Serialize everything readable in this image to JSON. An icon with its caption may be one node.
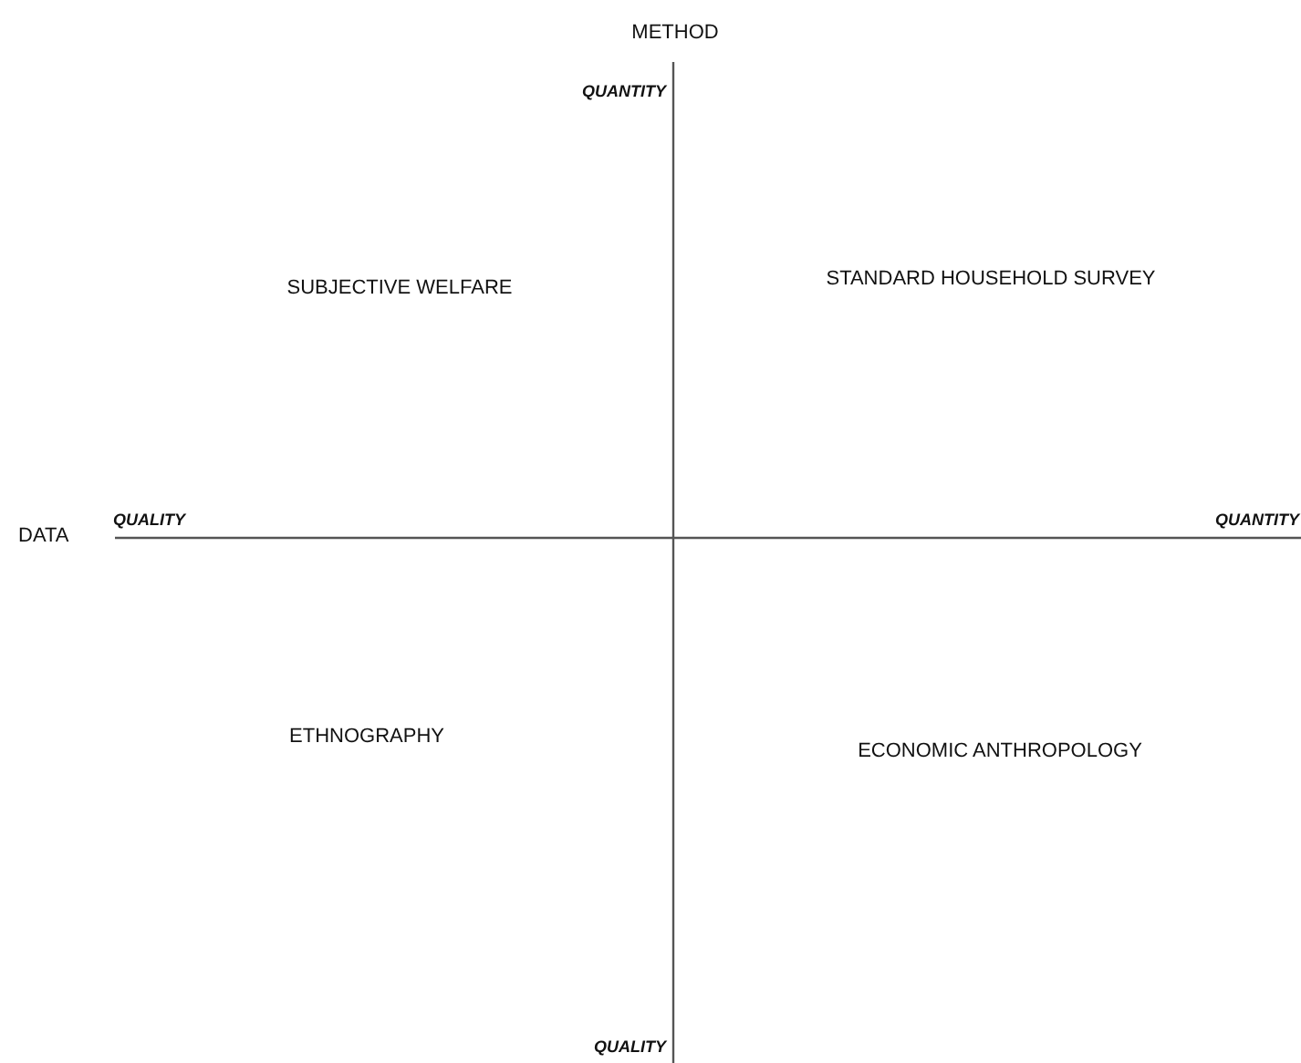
{
  "diagram": {
    "labels": [
      "METHOD",
      "QUANTITY",
      "SUBJECTIVE WELFARE",
      "STANDARD HOUSEHOLD SURVEY",
      "DATA",
      "QUALITY",
      "QUANTITY",
      "ETHNOGRAPHY",
      "ECONOMIC ANTHROPOLOGY",
      "QUALITY"
    ]
  }
}
